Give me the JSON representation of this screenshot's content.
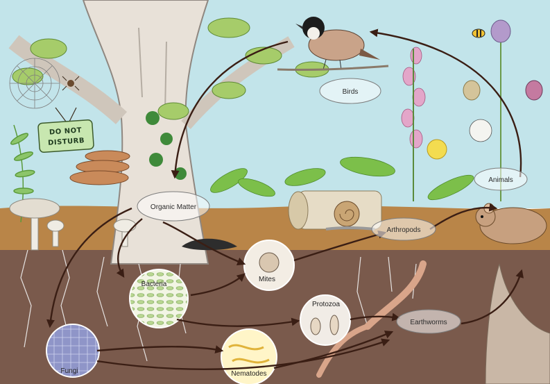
{
  "sign": {
    "line1": "DO NOT",
    "line2": "DISTURB"
  },
  "nodes": {
    "birds": "Birds",
    "animals": "Animals",
    "organic_matter": "Organic Matter",
    "arthropods": "Arthropods",
    "bacteria": "Bacteria",
    "mites": "Mites",
    "protozoa": "Protozoa",
    "earthworms": "Earthworms",
    "fungi": "Fungi",
    "nematodes": "Nematodes"
  },
  "colors": {
    "sky": "#bfe3ea",
    "soil": "#7a5a4c",
    "leaf_litter": "#b07a3a",
    "tree_bark": "#e6dfd6",
    "arrow": "#3a1e14",
    "grass": "#7cbf4a"
  }
}
